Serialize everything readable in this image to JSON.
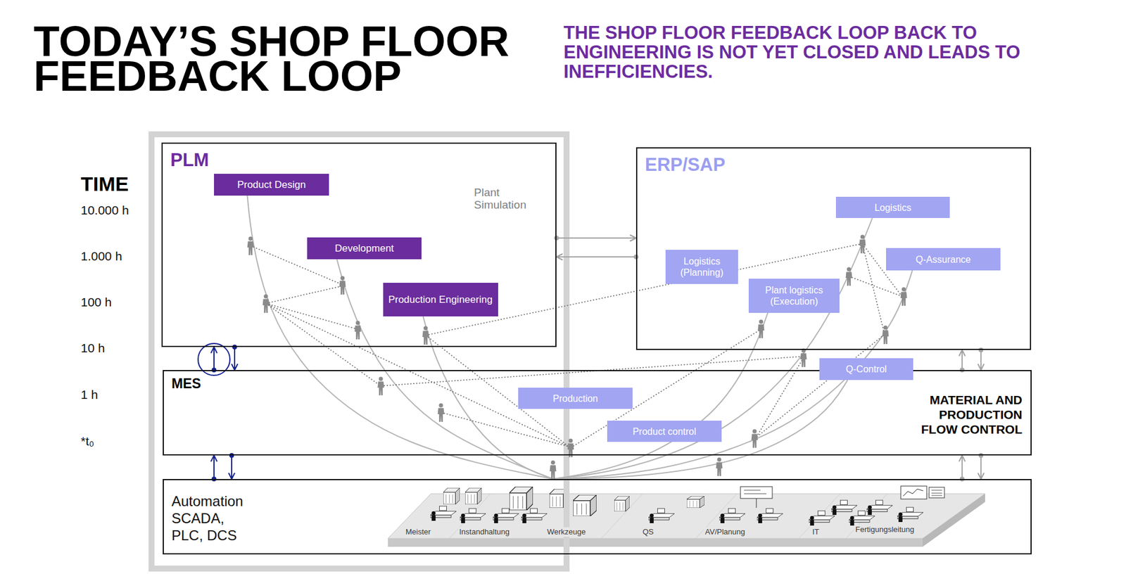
{
  "diagram": {
    "title": "TODAY’S SHOP FLOOR FEEDBACK LOOP",
    "caption": "THE SHOP FLOOR FEEDBACK LOOP BACK TO ENGINEERING IS NOT YET CLOSED AND LEADS TO INEFFICIENCIES.",
    "nodes": [
      {
        "text": [
          "PLM",
          "Plant Simulation"
        ]
      },
      {
        "text": [
          "Product Design"
        ],
        "in": 0
      },
      {
        "text": [
          "Development"
        ],
        "in": 0
      },
      {
        "text": [
          "Production Engineering"
        ],
        "in": 0
      },
      {
        "text": [
          "ERP/SAP"
        ]
      },
      {
        "text": [
          "Logistics"
        ],
        "in": 4
      },
      {
        "text": [
          "Logistics (Planning)"
        ],
        "in": 4
      },
      {
        "text": [
          "Q-Assurance"
        ],
        "in": 4
      },
      {
        "text": [
          "Plant logistics (Execution)"
        ],
        "in": 4
      },
      {
        "text": [
          "MES",
          "MATERIAL AND PRODUCTION FLOW CONTROL"
        ]
      },
      {
        "text": [
          "Production"
        ],
        "in": 9
      },
      {
        "text": [
          "Product control"
        ],
        "in": 9
      },
      {
        "text": [
          "Q-Control"
        ],
        "in": 9
      },
      {
        "text": [
          "Automation SCADA, PLC, DCS"
        ]
      }
    ],
    "edges": [
      {
        "from": 0,
        "to": 4,
        "arrow": "to"
      },
      {
        "from": 4,
        "to": 0,
        "arrow": "to"
      },
      {
        "from": 9,
        "to": 0,
        "arrow": "to"
      },
      {
        "from": 0,
        "to": 9,
        "arrow": "to"
      },
      {
        "from": 13,
        "to": 9,
        "arrow": "to"
      },
      {
        "from": 9,
        "to": 13,
        "arrow": "to"
      },
      {
        "from": 9,
        "to": 4,
        "arrow": "to"
      },
      {
        "from": 4,
        "to": 9,
        "arrow": "to"
      },
      {
        "from": 13,
        "to": 9,
        "arrow": "to"
      },
      {
        "from": 9,
        "to": 13,
        "arrow": "to"
      },
      {
        "from": 1,
        "to": 13,
        "arrow": "none"
      },
      {
        "from": 2,
        "to": 13,
        "arrow": "none"
      },
      {
        "from": 3,
        "to": 13,
        "arrow": "none"
      },
      {
        "from": 5,
        "to": 13,
        "arrow": "none"
      },
      {
        "from": 7,
        "to": 13,
        "arrow": "none"
      },
      {
        "from": 8,
        "to": 13,
        "arrow": "none"
      },
      {
        "from": 12,
        "to": 13,
        "arrow": "none"
      }
    ],
    "labels": [
      "TIME",
      "10.000 h",
      "1.000 h",
      "100 h",
      "10 h",
      "1 h",
      "*t₀",
      "Meister",
      "Instandhaltung",
      "Werkzeuge",
      "QS",
      "AV/Planung",
      "IT",
      "Fertigungsleitung"
    ]
  }
}
